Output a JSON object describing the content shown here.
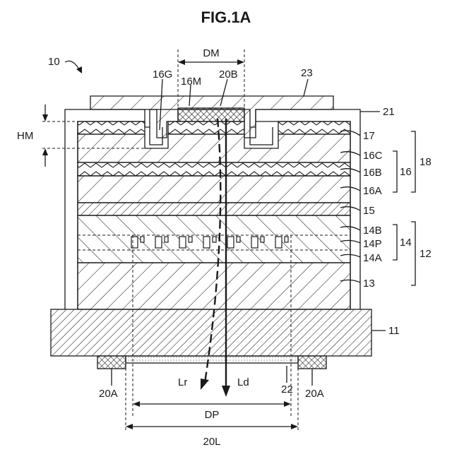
{
  "figure_title": "FIG.1A",
  "labels": {
    "device": "10",
    "dm": "DM",
    "hm": "HM",
    "l16g": "16G",
    "l16m": "16M",
    "l20b": "20B",
    "l23": "23",
    "l21": "21",
    "l17": "17",
    "l16c": "16C",
    "l16b": "16B",
    "l16": "16",
    "l18": "18",
    "l16a": "16A",
    "l15": "15",
    "l14b": "14B",
    "l14p": "14P",
    "l14": "14",
    "l12": "12",
    "l14a": "14A",
    "l13": "13",
    "l11": "11",
    "l20a_left": "20A",
    "l20a_right": "20A",
    "l22": "22",
    "lr": "Lr",
    "ld": "Ld",
    "dp": "DP",
    "l20l": "20L"
  }
}
